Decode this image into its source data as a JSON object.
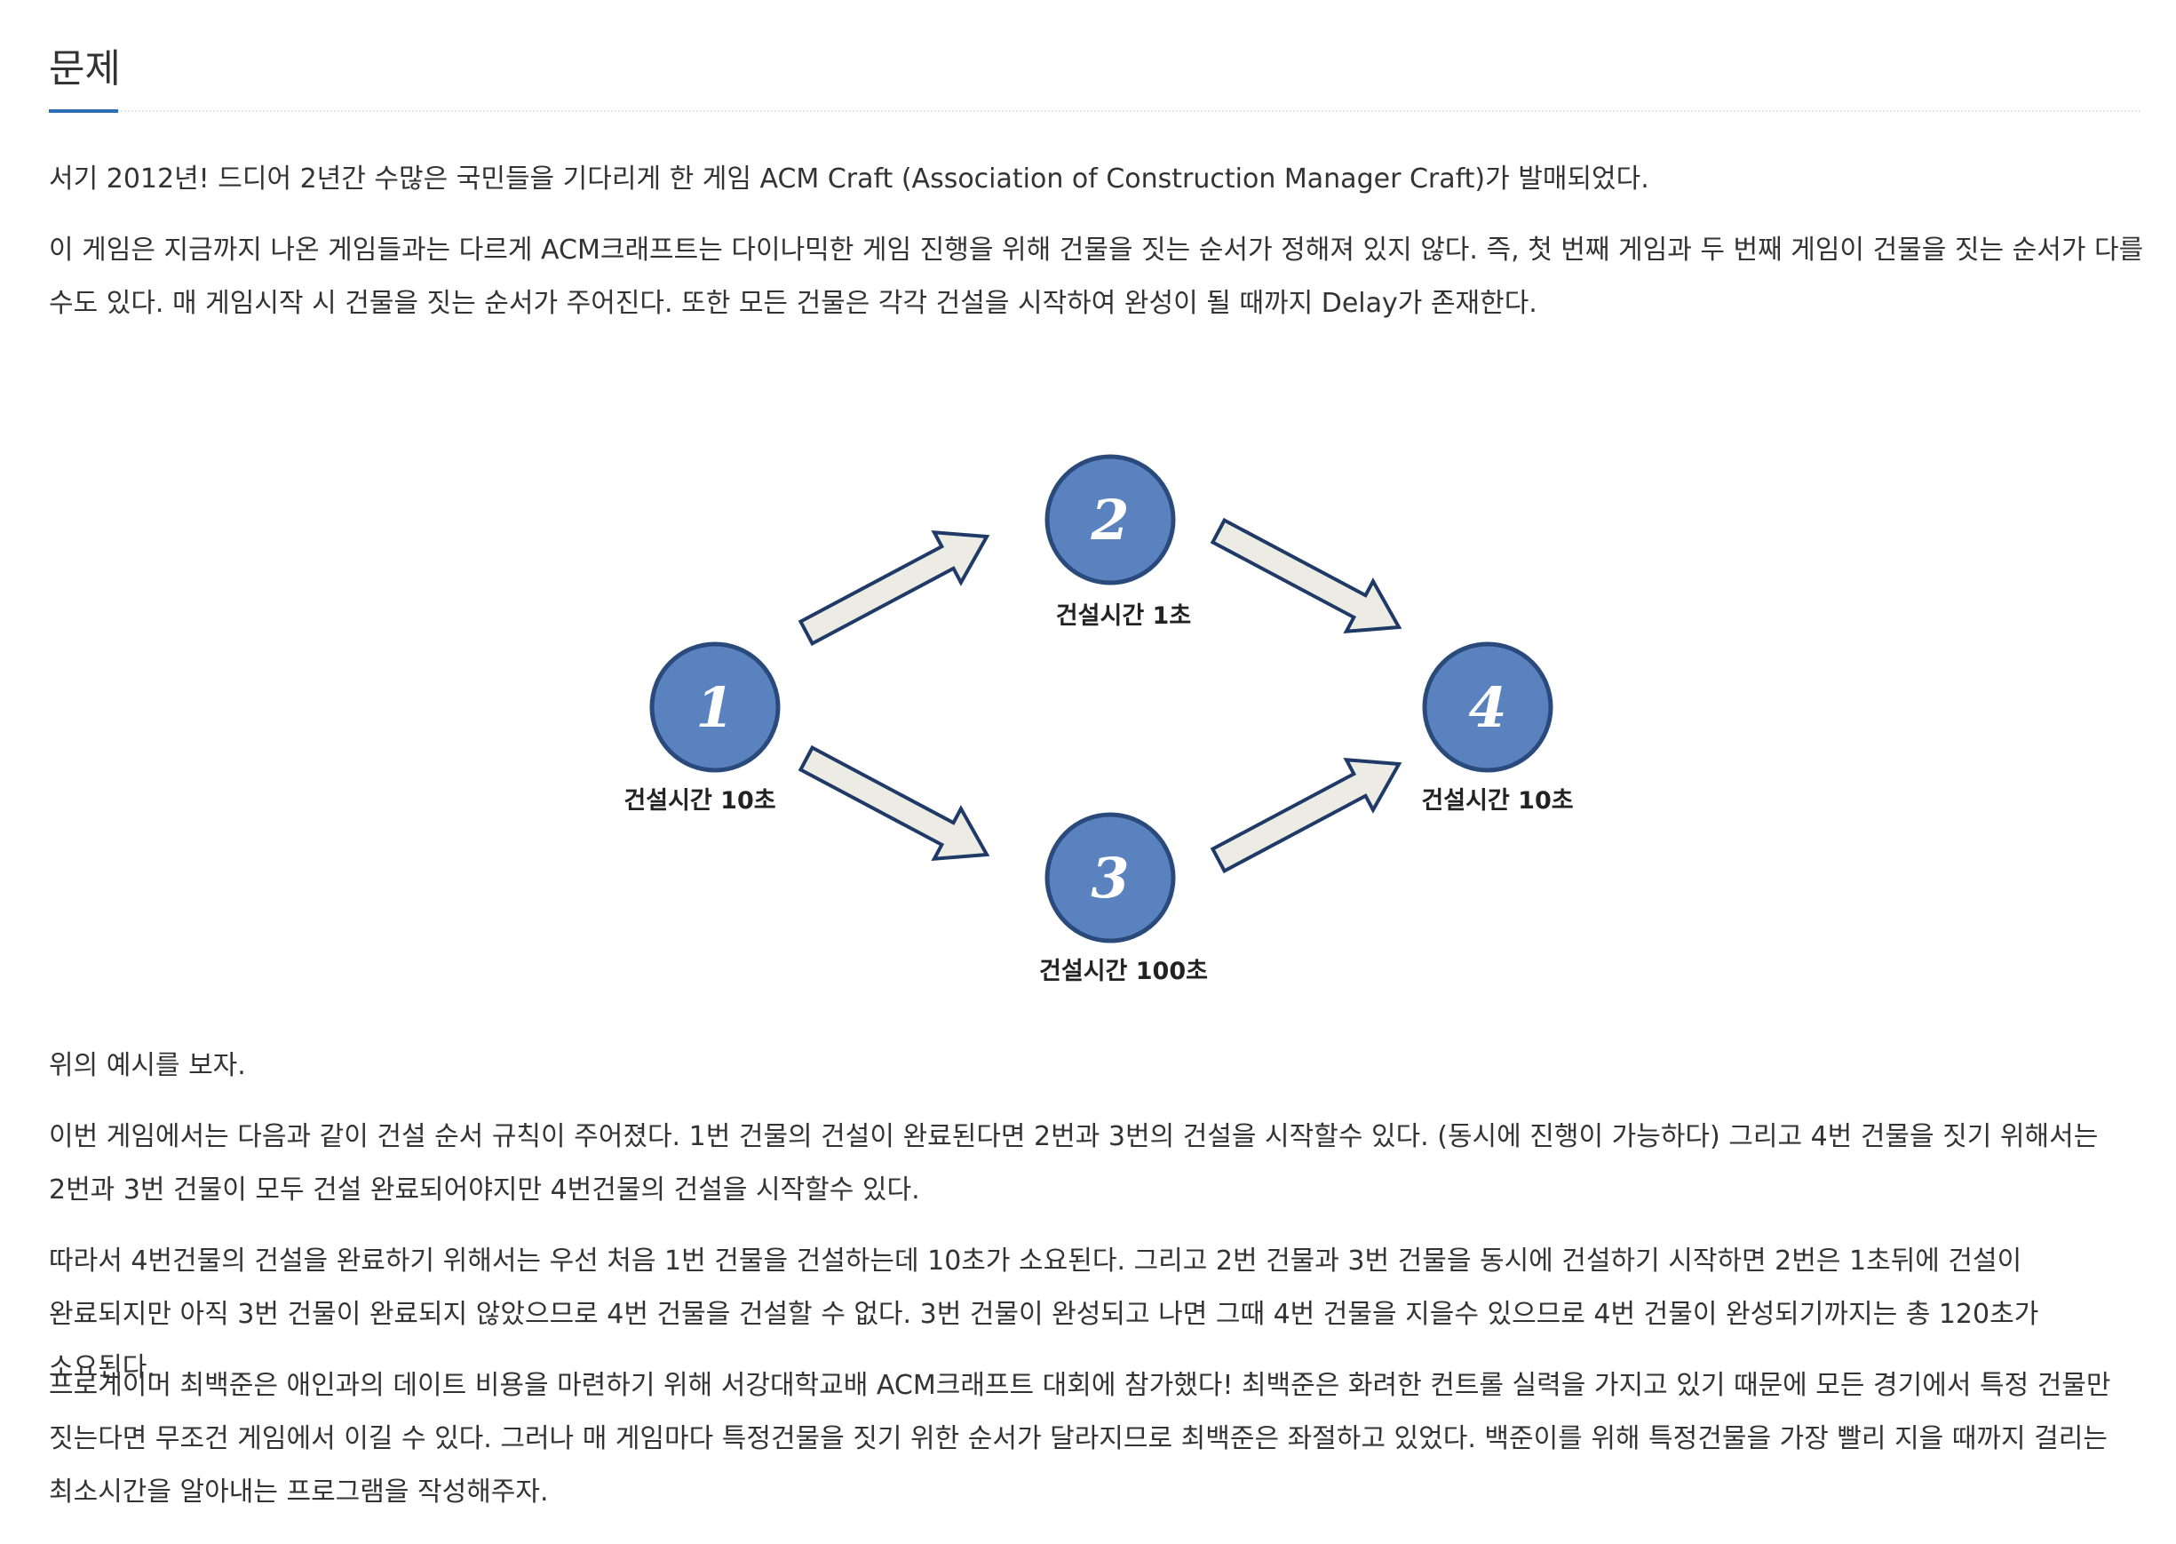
{
  "section": {
    "heading": "문제"
  },
  "paragraphs": {
    "intro": "서기 2012년! 드디어 2년간 수많은 국민들을 기다리게 한 게임 ACM Craft (Association of Construction Manager Craft)가 발매되었다.",
    "rules": "이 게임은 지금까지 나온 게임들과는 다르게 ACM크래프트는 다이나믹한 게임 진행을 위해 건물을 짓는 순서가 정해져 있지 않다. 즉, 첫 번째 게임과 두 번째 게임이 건물을 짓는 순서가 다를 수도 있다. 매 게임시작 시 건물을 짓는 순서가 주어진다. 또한 모든 건물은 각각 건설을 시작하여 완성이 될 때까지 Delay가 존재한다.",
    "example_intro": "위의 예시를 보자.",
    "example_rules": "이번 게임에서는 다음과 같이 건설 순서 규칙이 주어졌다. 1번 건물의 건설이 완료된다면 2번과 3번의 건설을 시작할수 있다. (동시에 진행이 가능하다) 그리고 4번 건물을 짓기 위해서는 2번과 3번 건물이 모두 건설 완료되어야지만 4번건물의 건설을 시작할수 있다.",
    "example_result": "따라서 4번건물의 건설을 완료하기 위해서는 우선 처음 1번 건물을 건설하는데 10초가 소요된다. 그리고 2번 건물과 3번 건물을 동시에 건설하기 시작하면 2번은 1초뒤에 건설이 완료되지만 아직 3번 건물이 완료되지 않았으므로 4번 건물을 건설할 수 없다. 3번 건물이 완성되고 나면 그때 4번 건물을 지을수 있으므로 4번 건물이 완성되기까지는 총 120초가 소요된다.",
    "task": "프로게이머 최백준은 애인과의 데이트 비용을 마련하기 위해 서강대학교배 ACM크래프트 대회에 참가했다! 최백준은 화려한 컨트롤 실력을 가지고 있기 때문에 모든 경기에서 특정 건물만 짓는다면 무조건 게임에서 이길 수 있다. 그러나 매 게임마다 특정건물을 짓기 위한 순서가 달라지므로 최백준은 좌절하고 있었다. 백준이를 위해 특정건물을 가장 빨리 지을 때까지 걸리는 최소시간을 알아내는 프로그램을 작성해주자."
  },
  "diagram": {
    "node_color": "#5a82bf",
    "node_stroke": "#2a4a7c",
    "arrow_fill": "#ecece4",
    "arrow_stroke": "#1f3a66",
    "nodes": [
      {
        "number": "1",
        "label": "건설시간 10초"
      },
      {
        "number": "2",
        "label": "건설시간 1초"
      },
      {
        "number": "3",
        "label": "건설시간 100초"
      },
      {
        "number": "4",
        "label": "건설시간 10초"
      }
    ]
  }
}
